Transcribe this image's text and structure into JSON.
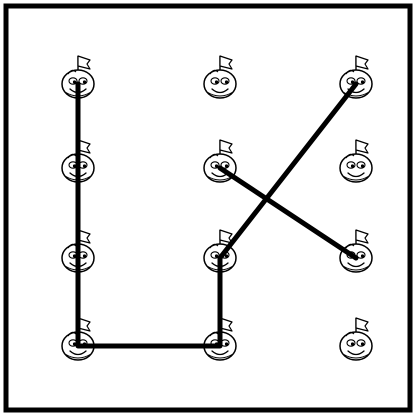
{
  "board": {
    "rows": 4,
    "cols": 3,
    "colors": {
      "background": "#ffffff",
      "frame": "#000000",
      "path": "#000000",
      "face_fill": "#ffffff",
      "face_stroke": "#000000"
    },
    "dots": [
      {
        "id": "r1c1",
        "row": 1,
        "col": 1,
        "icon": "smiley-flag-icon"
      },
      {
        "id": "r1c2",
        "row": 1,
        "col": 2,
        "icon": "smiley-flag-icon"
      },
      {
        "id": "r1c3",
        "row": 1,
        "col": 3,
        "icon": "smiley-flag-icon"
      },
      {
        "id": "r2c1",
        "row": 2,
        "col": 1,
        "icon": "smiley-flag-icon"
      },
      {
        "id": "r2c2",
        "row": 2,
        "col": 2,
        "icon": "smiley-flag-icon"
      },
      {
        "id": "r2c3",
        "row": 2,
        "col": 3,
        "icon": "smiley-flag-icon"
      },
      {
        "id": "r3c1",
        "row": 3,
        "col": 1,
        "icon": "smiley-flag-icon"
      },
      {
        "id": "r3c2",
        "row": 3,
        "col": 2,
        "icon": "smiley-flag-icon"
      },
      {
        "id": "r3c3",
        "row": 3,
        "col": 3,
        "icon": "smiley-flag-icon"
      },
      {
        "id": "r4c1",
        "row": 4,
        "col": 1,
        "icon": "smiley-flag-icon"
      },
      {
        "id": "r4c2",
        "row": 4,
        "col": 2,
        "icon": "smiley-flag-icon"
      },
      {
        "id": "r4c3",
        "row": 4,
        "col": 3,
        "icon": "smiley-flag-icon"
      }
    ],
    "paths": [
      [
        "r1c1",
        "r4c1",
        "r4c2",
        "r3c2",
        "r1c3"
      ],
      [
        "r2c2",
        "r3c3"
      ]
    ]
  }
}
